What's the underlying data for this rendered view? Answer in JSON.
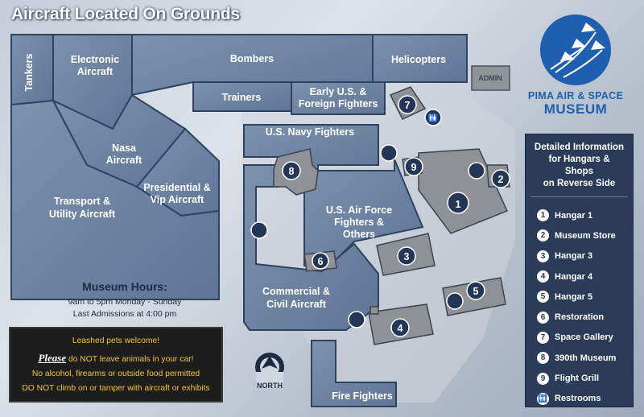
{
  "title": "Aircraft Located On Grounds",
  "zones": {
    "tankers": "Tankers",
    "electronic": [
      "Electronic",
      "Aircraft"
    ],
    "bombers": "Bombers",
    "helicopters": "Helicopters",
    "admin": "ADMIN",
    "trainers": "Trainers",
    "early_fighters": [
      "Early U.S. &",
      "Foreign Fighters"
    ],
    "nasa": [
      "Nasa",
      "Aircraft"
    ],
    "navy": "U.S. Navy Fighters",
    "presidential": [
      "Presidential &",
      "Vip Aircraft"
    ],
    "transport": [
      "Transport &",
      "Utility Aircraft"
    ],
    "air_force": [
      "U.S. Air Force",
      "Fighters &",
      "Others"
    ],
    "commercial": [
      "Commercial &",
      "Civil Aircraft"
    ],
    "fire": "Fire Fighters"
  },
  "map_markers": [
    "1",
    "2",
    "3",
    "4",
    "5",
    "6",
    "7",
    "8",
    "9"
  ],
  "north_label": "NORTH",
  "hours": {
    "heading": "Museum Hours:",
    "line1": "9am to 5pm Monday - Sunday",
    "line2": "Last Admissions at 4:00 pm"
  },
  "notice": {
    "line1": "Leashed pets welcome!",
    "please": "Please",
    "line2_rest": "do NOT leave animals in your car!",
    "line3": "No alcohol, firearms or outside food permitted",
    "line4": "DO NOT climb on or tamper with aircraft or exhibits"
  },
  "logo": {
    "line1": "PIMA AIR & SPACE",
    "line2": "MUSEUM"
  },
  "legend": {
    "heading": [
      "Detailed Information",
      "for Hangars & Shops",
      "on Reverse Side"
    ],
    "items": [
      {
        "num": "1",
        "label": "Hangar 1"
      },
      {
        "num": "2",
        "label": "Museum Store"
      },
      {
        "num": "3",
        "label": "Hangar 3"
      },
      {
        "num": "4",
        "label": "Hangar 4"
      },
      {
        "num": "5",
        "label": "Hangar 5"
      },
      {
        "num": "6",
        "label": "Restoration"
      },
      {
        "num": "7",
        "label": "Space Gallery"
      },
      {
        "num": "8",
        "label": "390th Museum"
      },
      {
        "num": "9",
        "label": "Flight Grill"
      }
    ],
    "restrooms": "Restrooms"
  },
  "colors": {
    "zone_fill": "#6f84a0",
    "zone_stroke": "#2e4262",
    "building_fill": "#8c8f94",
    "legend_bg": "#2b3c58",
    "accent_blue": "#1e5fb0",
    "notice_yellow": "#f2c530"
  }
}
